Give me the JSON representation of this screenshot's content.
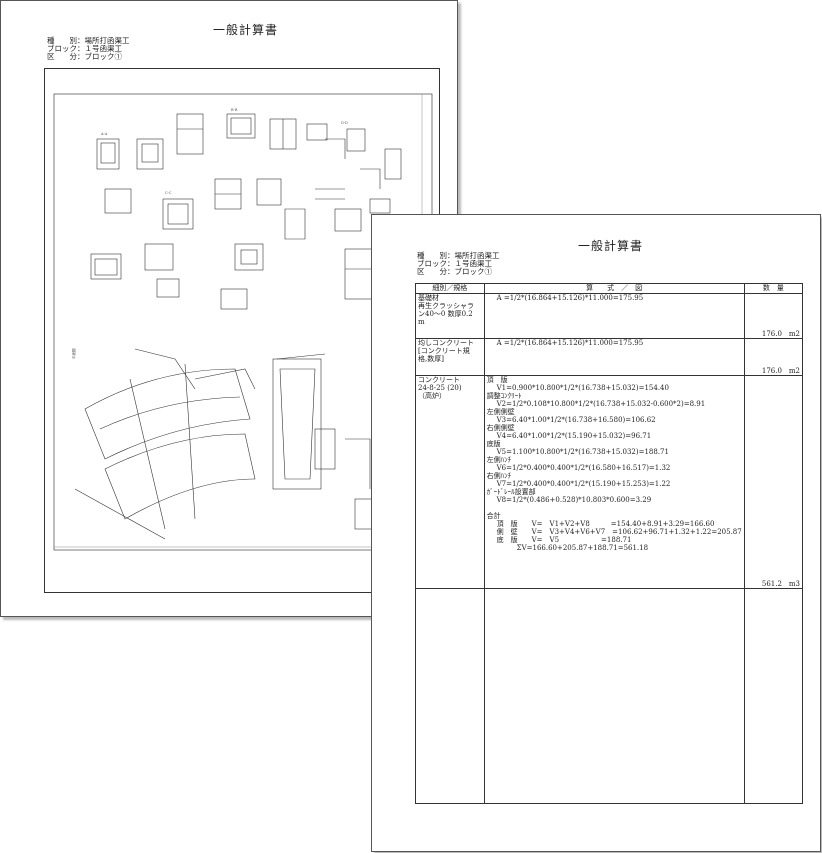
{
  "back_page": {
    "title": "一般計算書",
    "header_lines": [
      "種　　別：場所打函渠工",
      "ブロック：１号函渠工",
      "区　　分：ブロック①"
    ]
  },
  "front_page": {
    "title": "一般計算書",
    "header_lines": [
      "種　　別：場所打函渠工",
      "ブロック：１号函渠工",
      "区　　分：ブロック①"
    ],
    "table": {
      "headers": [
        "細別／規格",
        "算　　式　／　図",
        "数　量"
      ],
      "rows": [
        {
          "name_lines": [
            "基礎材",
            "",
            "再生クラッシャラ",
            "ン40～0 数厚0.2",
            "m"
          ],
          "formula_lines": [
            "A =1/2*(16.864+15.126)*11.000=175.95"
          ],
          "qty": "176.0　m2"
        },
        {
          "name_lines": [
            "均しコンクリート",
            "",
            "[コンクリート規",
            "格,数厚]"
          ],
          "formula_lines": [
            "A =1/2*(16.864+15.126)*11.000=175.95"
          ],
          "qty": "176.0　m2"
        },
        {
          "name_lines": [
            "コンクリート",
            "",
            "24-8-25 (20)",
            "（高炉）"
          ],
          "formula_groups": [
            {
              "label": "頂　版",
              "formula": "V1=0.900*10.800*1/2*(16.738+15.032)=154.40"
            },
            {
              "label": "調整ｺﾝｸﾘｰﾄ",
              "formula": "V2=1/2*0.108*10.800*1/2*(16.738+15.032-0.600*2)=8.91"
            },
            {
              "label": "左側側壁",
              "formula": "V3=6.40*1.00*1/2*(16.738+16.580)=106.62"
            },
            {
              "label": "右側側壁",
              "formula": "V4=6.40*1.00*1/2*(15.190+15.032)=96.71"
            },
            {
              "label": "底版",
              "formula": "V5=1.100*10.800*1/2*(16.738+15.032)=188.71"
            },
            {
              "label": "左側ﾊﾝﾁ",
              "formula": "V6=1/2*0.400*0.400*1/2*(16.580+16.517)=1.32"
            },
            {
              "label": "右側ﾊﾝﾁ",
              "formula": "V7=1/2*0.400*0.400*1/2*(15.190+15.253)=1.22"
            },
            {
              "label": "ｶﾞｰﾄﾞﾚｰﾙ設置部",
              "formula": "V8=1/2*(0.486+0.528)*10.803*0.600=3.29"
            }
          ],
          "total_label": "合計",
          "total_lines": [
            "頂　版　　V=　V1+V2+V8　　　=154.40+8.91+3.29=166.60",
            "側　壁　　V=　V3+V4+V6+V7　=106.62+96.71+1.32+1.22=205.87",
            "底　版　　V=　V5　　　　　　=188.71"
          ],
          "sum_line": "ΣV=166.60+205.87+188.71=561.18",
          "qty": "561.2　m3"
        }
      ]
    }
  }
}
